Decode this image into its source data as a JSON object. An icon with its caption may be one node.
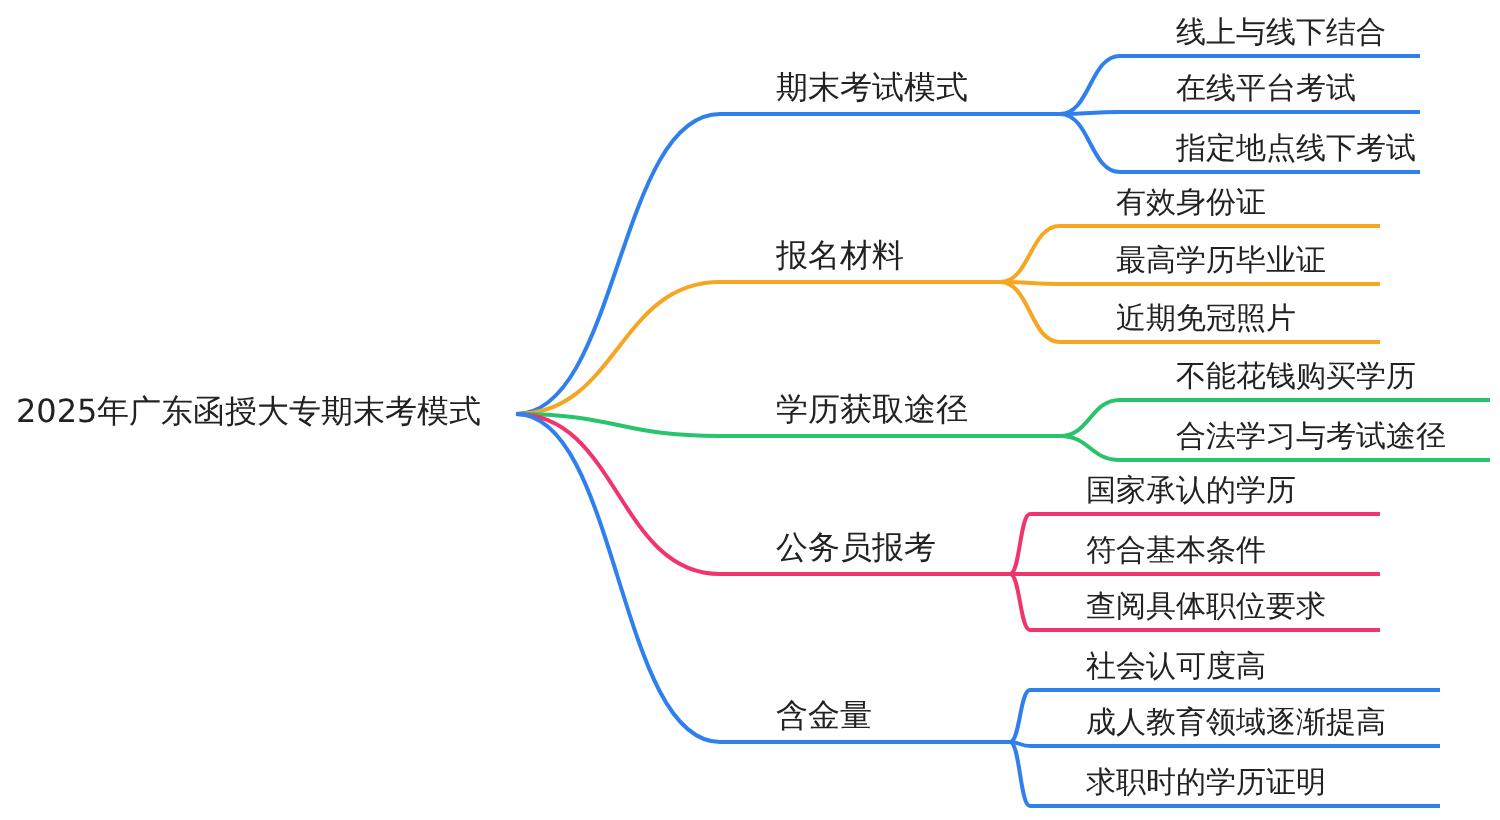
{
  "diagram": {
    "nodes": [
      {
        "text": [
          "2025年广东函授大专期末考模式"
        ]
      },
      {
        "text": [
          "期末考试模式"
        ]
      },
      {
        "text": [
          "线上与线下结合"
        ]
      },
      {
        "text": [
          "在线平台考试"
        ]
      },
      {
        "text": [
          "指定地点线下考试"
        ]
      },
      {
        "text": [
          "报名材料"
        ]
      },
      {
        "text": [
          "有效身份证"
        ]
      },
      {
        "text": [
          "最高学历毕业证"
        ]
      },
      {
        "text": [
          "近期免冠照片"
        ]
      },
      {
        "text": [
          "学历获取途径"
        ]
      },
      {
        "text": [
          "不能花钱购买学历"
        ]
      },
      {
        "text": [
          "合法学习与考试途径"
        ]
      },
      {
        "text": [
          "公务员报考"
        ]
      },
      {
        "text": [
          "国家承认的学历"
        ]
      },
      {
        "text": [
          "符合基本条件"
        ]
      },
      {
        "text": [
          "查阅具体职位要求"
        ]
      },
      {
        "text": [
          "含金量"
        ]
      },
      {
        "text": [
          "社会认可度高"
        ]
      },
      {
        "text": [
          "成人教育领域逐渐提高"
        ]
      },
      {
        "text": [
          "求职时的学历证明"
        ]
      }
    ],
    "edges": [
      {
        "from": 0,
        "to": 1,
        "arrow": "none",
        "color": "#2f80ed"
      },
      {
        "from": 1,
        "to": 2,
        "arrow": "none",
        "color": "#2f80ed"
      },
      {
        "from": 1,
        "to": 3,
        "arrow": "none",
        "color": "#2f80ed"
      },
      {
        "from": 1,
        "to": 4,
        "arrow": "none",
        "color": "#2f80ed"
      },
      {
        "from": 0,
        "to": 5,
        "arrow": "none",
        "color": "#f5a623"
      },
      {
        "from": 5,
        "to": 6,
        "arrow": "none",
        "color": "#f5a623"
      },
      {
        "from": 5,
        "to": 7,
        "arrow": "none",
        "color": "#f5a623"
      },
      {
        "from": 5,
        "to": 8,
        "arrow": "none",
        "color": "#f5a623"
      },
      {
        "from": 0,
        "to": 9,
        "arrow": "none",
        "color": "#27c46b"
      },
      {
        "from": 9,
        "to": 10,
        "arrow": "none",
        "color": "#27c46b"
      },
      {
        "from": 9,
        "to": 11,
        "arrow": "none",
        "color": "#27c46b"
      },
      {
        "from": 0,
        "to": 12,
        "arrow": "none",
        "color": "#f0346e"
      },
      {
        "from": 12,
        "to": 13,
        "arrow": "none",
        "color": "#f0346e"
      },
      {
        "from": 12,
        "to": 14,
        "arrow": "none",
        "color": "#f0346e"
      },
      {
        "from": 12,
        "to": 15,
        "arrow": "none",
        "color": "#f0346e"
      },
      {
        "from": 0,
        "to": 16,
        "arrow": "none",
        "color": "#2f80ed"
      },
      {
        "from": 16,
        "to": 17,
        "arrow": "none",
        "color": "#2f80ed"
      },
      {
        "from": 16,
        "to": 18,
        "arrow": "none",
        "color": "#2f80ed"
      },
      {
        "from": 16,
        "to": 19,
        "arrow": "none",
        "color": "#2f80ed"
      }
    ]
  }
}
